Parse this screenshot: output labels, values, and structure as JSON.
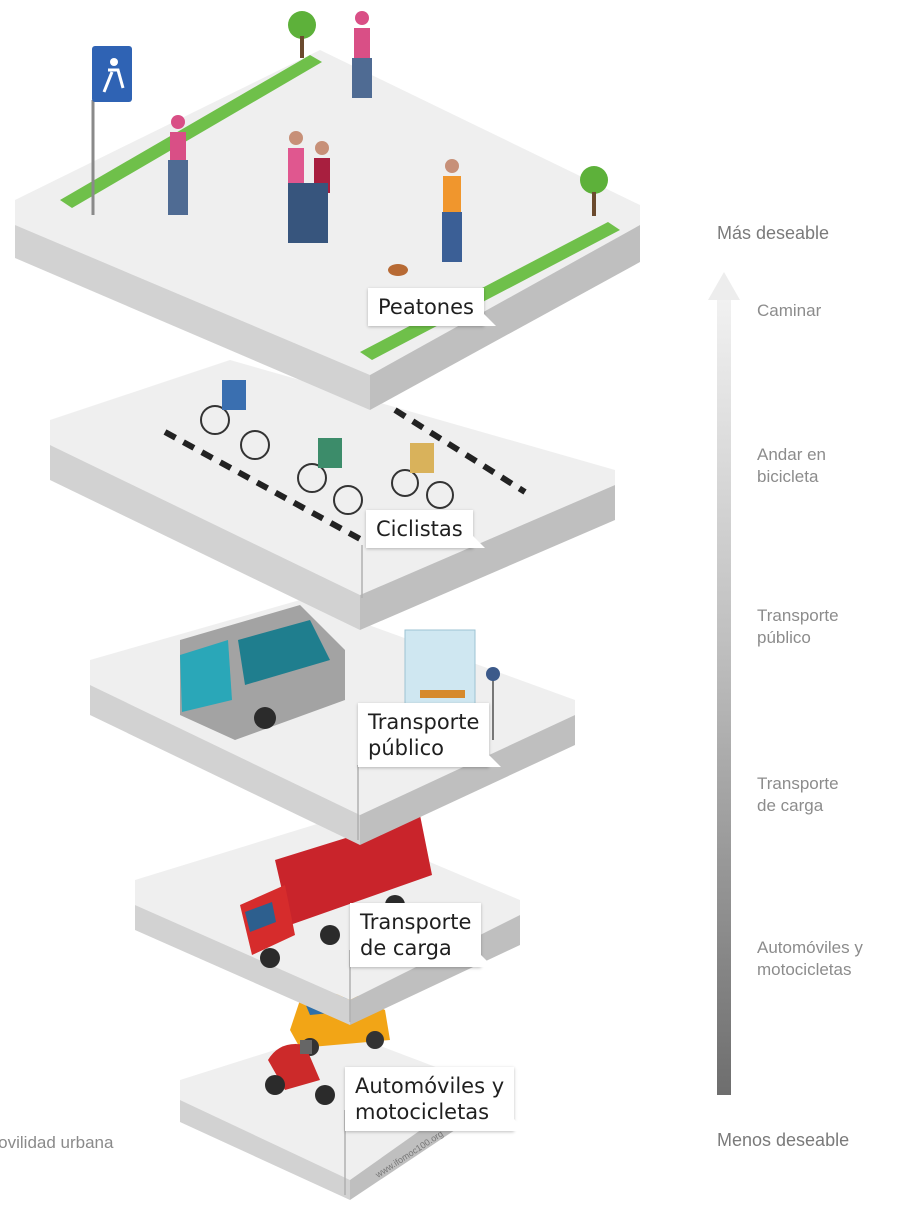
{
  "layers": [
    {
      "id": "peatones",
      "label": "Peatones"
    },
    {
      "id": "ciclistas",
      "label": "Ciclistas"
    },
    {
      "id": "transporte-publico",
      "label": "Transporte\npúblico"
    },
    {
      "id": "transporte-carga",
      "label": "Transporte\nde carga"
    },
    {
      "id": "automoviles",
      "label": "Automóviles y\nmotocicletas"
    }
  ],
  "scale": {
    "top": "Más deseable",
    "bottom": "Menos deseable",
    "items": [
      "Caminar",
      "Andar en\nbicicleta",
      "Transporte\npúblico",
      "Transporte\nde carga",
      "Automóviles y\nmotocicletas"
    ]
  },
  "caption": "movilidad urbana",
  "watermark": "www.ifomoc100.org",
  "colors": {
    "slab_top": "#efefef",
    "slab_side_dark": "#c7c7c7",
    "slab_side_light": "#dcdcdc",
    "grass": "#6fc04a",
    "bus": "#9a9a9a",
    "truck": "#c9242b",
    "car": "#f2a516",
    "scooter": "#cc2a2a"
  }
}
